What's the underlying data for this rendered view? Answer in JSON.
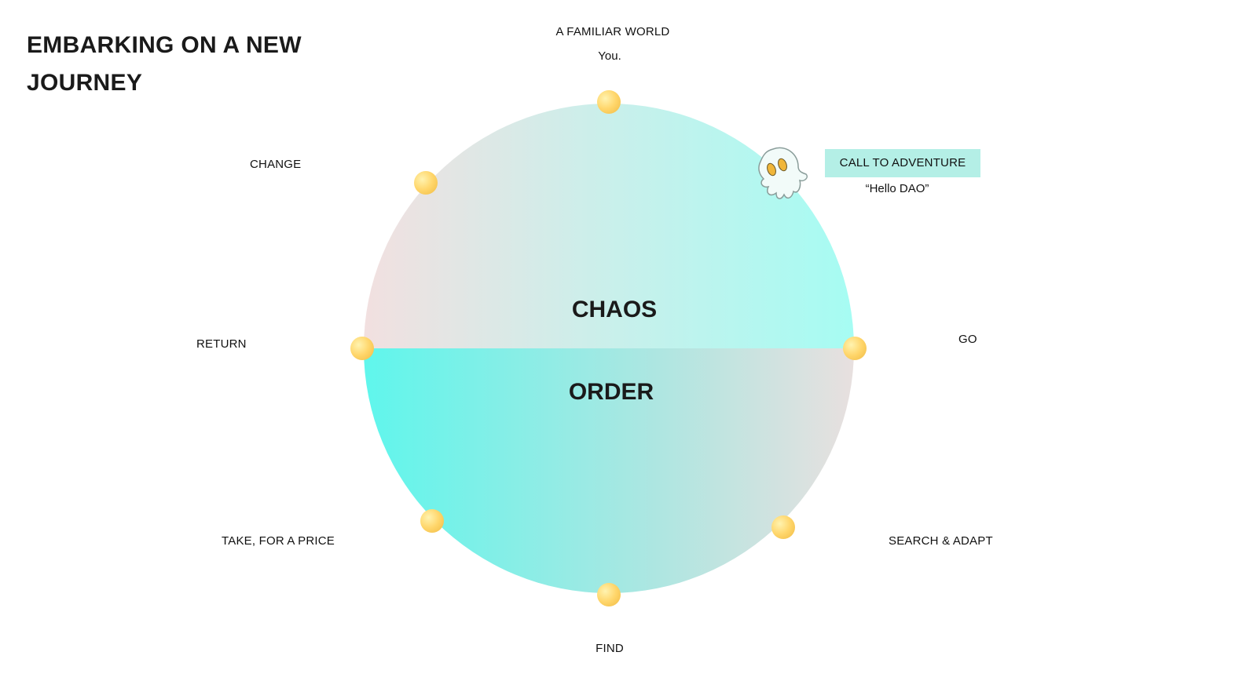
{
  "title": "EMBARKING ON A NEW JOURNEY",
  "halves": {
    "top": "CHAOS",
    "bottom": "ORDER"
  },
  "stages": {
    "familiar_world": {
      "label": "A FAMILIAR WORLD",
      "sub": "You."
    },
    "call_to_adventure": {
      "label": "CALL TO ADVENTURE",
      "sub": "“Hello DAO”"
    },
    "go": {
      "label": "GO"
    },
    "search_adapt": {
      "label": "SEARCH & ADAPT"
    },
    "find": {
      "label": "FIND"
    },
    "take_for_a_price": {
      "label": "TAKE, FOR A PRICE"
    },
    "return": {
      "label": "RETURN"
    },
    "change": {
      "label": "CHANGE"
    }
  },
  "colors": {
    "teal": "#5ff6ec",
    "pink": "#f2e0e0",
    "node_yellow": "#ffd66b",
    "highlight": "#b4efe6"
  },
  "icons": {
    "mascot": "ghost-mascot-icon",
    "nodes": "journey-node-icon"
  }
}
